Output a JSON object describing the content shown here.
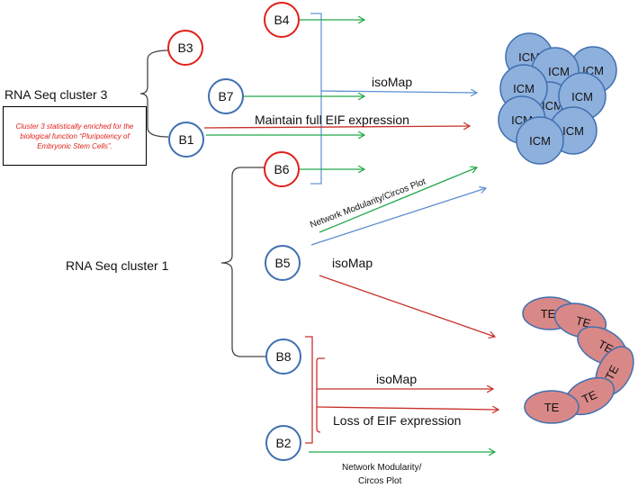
{
  "clusters": {
    "cluster3_label": "RNA Seq cluster 3",
    "cluster3_note": "Cluster 3 statistically enriched for the biological function “Pluripotency of Embryonic Stem Cells”.",
    "cluster1_label": "RNA Seq cluster 1"
  },
  "nodes": {
    "b4": "B4",
    "b3": "B3",
    "b7": "B7",
    "b1": "B1",
    "b6": "B6",
    "b5": "B5",
    "b8": "B8",
    "b2": "B2"
  },
  "labels": {
    "isomap_top": "isoMap",
    "maintain_eif": "Maintain full EIF expression",
    "network_modularity_mid": "Network Modularity/Circos Plot",
    "isomap_mid": "isoMap",
    "isomap_bottom": "isoMap",
    "loss_eif": "Loss of EIF expression",
    "network_modularity_bottom_1": "Network Modularity/",
    "network_modularity_bottom_2": "Circos Plot"
  },
  "icm_cells": [
    "ICM",
    "ICM",
    "ICM",
    "ICM",
    "ICM",
    "ICM",
    "ICM",
    "ICM",
    "ICM"
  ],
  "te_cells": [
    "TE",
    "TE",
    "TE",
    "TE",
    "TE",
    "TE"
  ],
  "colors": {
    "red": "#e0201a",
    "blue": "#3f6fb0",
    "green": "#23a84a",
    "light_blue_arrow": "#5b8fd0",
    "icm_fill": "#8eb0dc",
    "te_fill": "#d98888"
  }
}
